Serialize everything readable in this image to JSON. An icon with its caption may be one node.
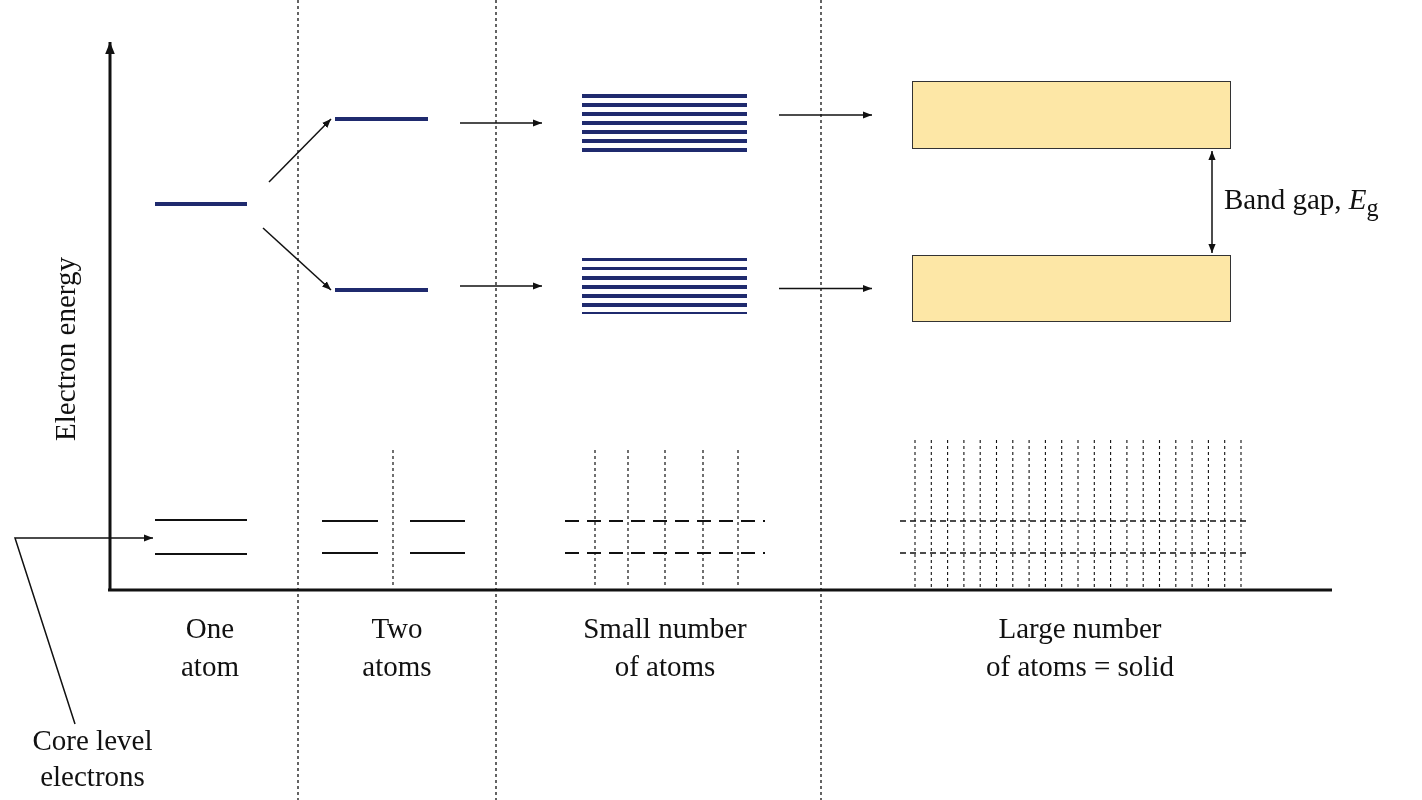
{
  "diagram": {
    "nodes": [
      {
        "text": [],
        "shape": "bar"
      },
      {
        "text": [],
        "shape": "bar"
      },
      {
        "text": [],
        "shape": "bar"
      },
      {
        "text": [],
        "shape": "bar"
      },
      {
        "text": [],
        "shape": "bar"
      },
      {
        "text": [],
        "shape": "box"
      },
      {
        "text": [],
        "shape": "box"
      },
      {
        "text": [
          "Core level electrons"
        ]
      },
      {
        "text": [],
        "shape": "bar"
      }
    ],
    "edges": [
      {
        "from": 0,
        "to": 1,
        "arrow": "to"
      },
      {
        "from": 0,
        "to": 2,
        "arrow": "to"
      },
      {
        "from": 1,
        "to": 3,
        "arrow": "to"
      },
      {
        "from": 2,
        "to": 4,
        "arrow": "to"
      },
      {
        "from": 3,
        "to": 5,
        "arrow": "to"
      },
      {
        "from": 4,
        "to": 6,
        "arrow": "to"
      },
      {
        "from": 7,
        "to": 8,
        "arrow": "to"
      },
      {
        "from": 5,
        "to": 6,
        "arrow": "both",
        "label": "Band gap, *E*$_{g}$"
      }
    ],
    "labels": [
      "Electron energy",
      "One atom",
      "Two atoms",
      "Small number of atoms",
      "Large number of atoms = solid"
    ]
  }
}
